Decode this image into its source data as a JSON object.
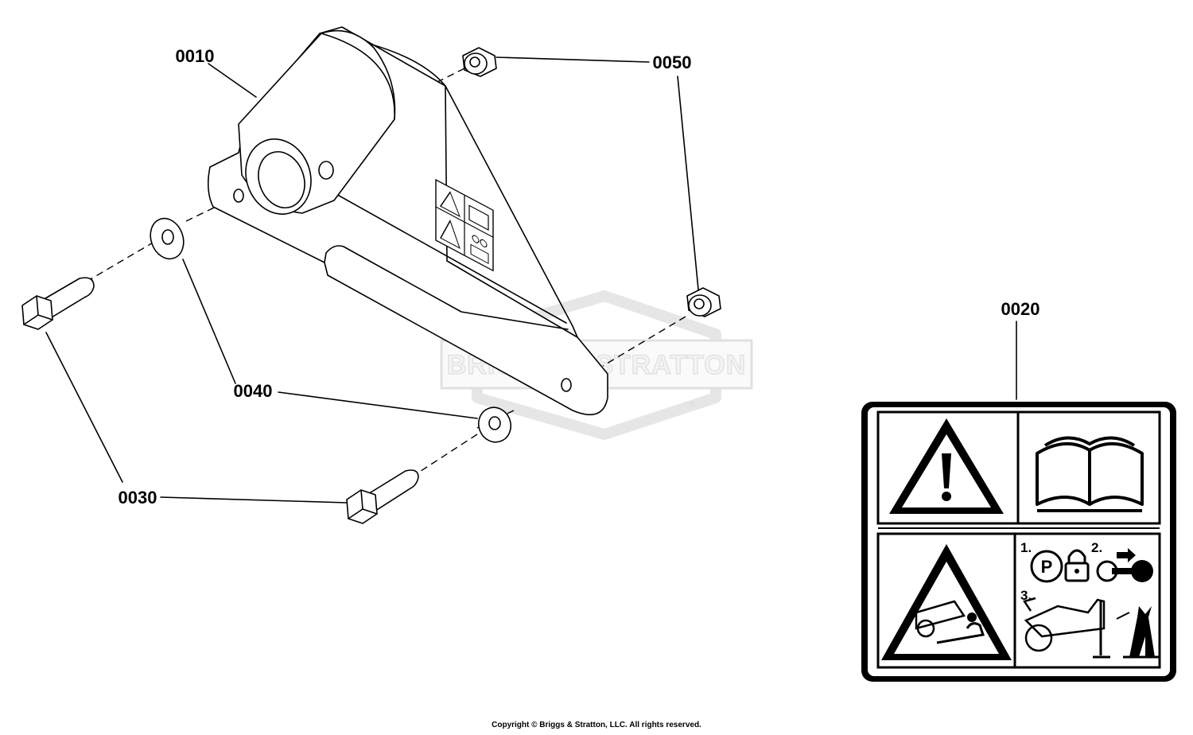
{
  "watermark": {
    "brand": "BRIGGS & STRATTON",
    "registered": "®"
  },
  "callouts": [
    {
      "id": "p0010",
      "label": "0010"
    },
    {
      "id": "p0050",
      "label": "0050"
    },
    {
      "id": "p0020",
      "label": "0020"
    },
    {
      "id": "p0040",
      "label": "0040"
    },
    {
      "id": "p0030",
      "label": "0030"
    }
  ],
  "safety_label": {
    "steps": [
      "1.",
      "2.",
      "3."
    ],
    "parking_brake_symbol": "P"
  },
  "icons": [
    "warning-triangle-icon",
    "manual-book-icon",
    "crush-hazard-icon",
    "parking-brake-icon",
    "lock-icon",
    "key-removal-icon",
    "jack-stand-icon"
  ],
  "copyright": "Copyright © Briggs & Stratton, LLC. All rights reserved."
}
